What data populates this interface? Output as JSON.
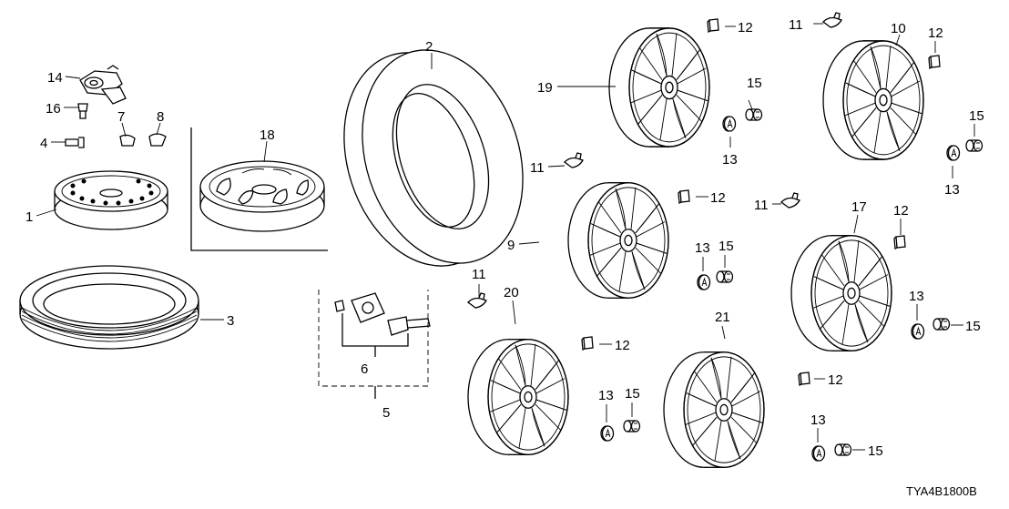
{
  "diagram": {
    "code": "TYA4B1800B",
    "callouts": [
      {
        "id": "c14",
        "label": "14"
      },
      {
        "id": "c16",
        "label": "16"
      },
      {
        "id": "c4",
        "label": "4"
      },
      {
        "id": "c7",
        "label": "7"
      },
      {
        "id": "c8",
        "label": "8"
      },
      {
        "id": "c1",
        "label": "1"
      },
      {
        "id": "c18",
        "label": "18"
      },
      {
        "id": "c2",
        "label": "2"
      },
      {
        "id": "c3",
        "label": "3"
      },
      {
        "id": "c6",
        "label": "6"
      },
      {
        "id": "c5",
        "label": "5"
      },
      {
        "id": "c19",
        "label": "19"
      },
      {
        "id": "c12a",
        "label": "12"
      },
      {
        "id": "c15a",
        "label": "15"
      },
      {
        "id": "c13a",
        "label": "13"
      },
      {
        "id": "c11a",
        "label": "11"
      },
      {
        "id": "c10",
        "label": "10"
      },
      {
        "id": "c12b",
        "label": "12"
      },
      {
        "id": "c15b",
        "label": "15"
      },
      {
        "id": "c13b",
        "label": "13"
      },
      {
        "id": "c11b",
        "label": "11"
      },
      {
        "id": "c12c",
        "label": "12"
      },
      {
        "id": "c9",
        "label": "9"
      },
      {
        "id": "c13c",
        "label": "13"
      },
      {
        "id": "c15c",
        "label": "15"
      },
      {
        "id": "c11c",
        "label": "11"
      },
      {
        "id": "c17",
        "label": "17"
      },
      {
        "id": "c12d",
        "label": "12"
      },
      {
        "id": "c13d",
        "label": "13"
      },
      {
        "id": "c15d",
        "label": "15"
      },
      {
        "id": "c11d",
        "label": "11"
      },
      {
        "id": "c20",
        "label": "20"
      },
      {
        "id": "c12e",
        "label": "12"
      },
      {
        "id": "c13e",
        "label": "13"
      },
      {
        "id": "c15e",
        "label": "15"
      },
      {
        "id": "c21",
        "label": "21"
      },
      {
        "id": "c12f",
        "label": "12"
      },
      {
        "id": "c13f",
        "label": "13"
      },
      {
        "id": "c15f",
        "label": "15"
      }
    ]
  }
}
